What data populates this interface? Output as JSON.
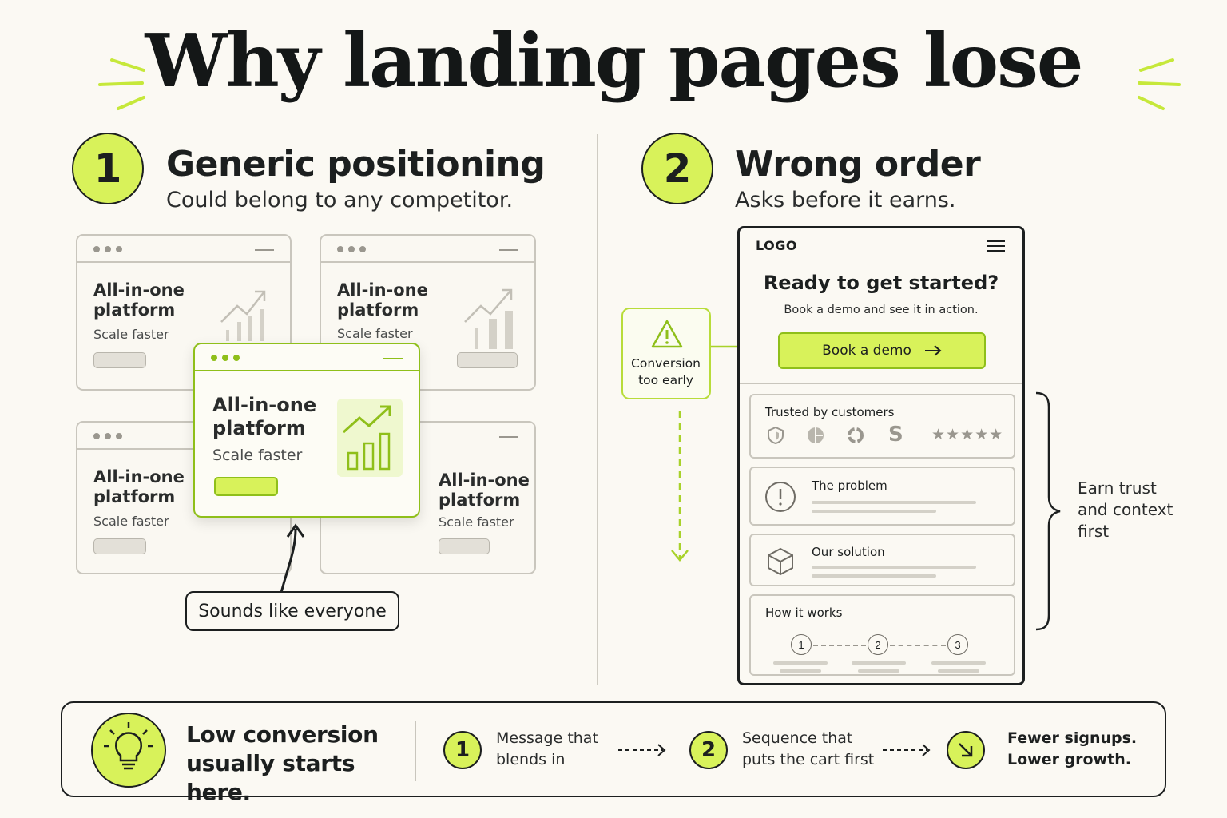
{
  "title": "Why landing pages lose",
  "colors": {
    "accent": "#d8f25a",
    "accent_stroke": "#8fbf1a",
    "ink": "#1c1f1f",
    "background": "#fbf9f3"
  },
  "section1": {
    "number": "1",
    "title": "Generic positioning",
    "subtitle": "Could belong to any competitor.",
    "windows": [
      {
        "title": "All-in-one platform",
        "subtitle": "Scale faster"
      },
      {
        "title": "All-in-one platform",
        "subtitle": "Scale faster"
      },
      {
        "title": "All-in-one platform",
        "subtitle": "Scale faster"
      },
      {
        "title": "All-in-one platform",
        "subtitle": "Scale faster"
      },
      {
        "title": "All-in-one platform",
        "subtitle": "Scale faster"
      }
    ],
    "callout": "Sounds like everyone"
  },
  "section2": {
    "number": "2",
    "title": "Wrong order",
    "subtitle": "Asks before it earns.",
    "warning": "Conversion too early",
    "phone": {
      "logo": "LOGO",
      "headline": "Ready to get started?",
      "subhead": "Book a demo and see it in action.",
      "cta": "Book a demo",
      "cards": {
        "trust": "Trusted by customers",
        "stars": "★★★★★",
        "problem": "The problem",
        "solution": "Our solution",
        "how": "How it works",
        "steps": [
          "1",
          "2",
          "3"
        ]
      }
    },
    "side_note": "Earn trust and context first"
  },
  "footer": {
    "headline": "Low conversion usually starts here.",
    "steps": [
      {
        "number": "1",
        "text": "Message that blends in"
      },
      {
        "number": "2",
        "text": "Sequence that puts the cart first"
      }
    ],
    "result": "Fewer signups. Lower growth."
  }
}
